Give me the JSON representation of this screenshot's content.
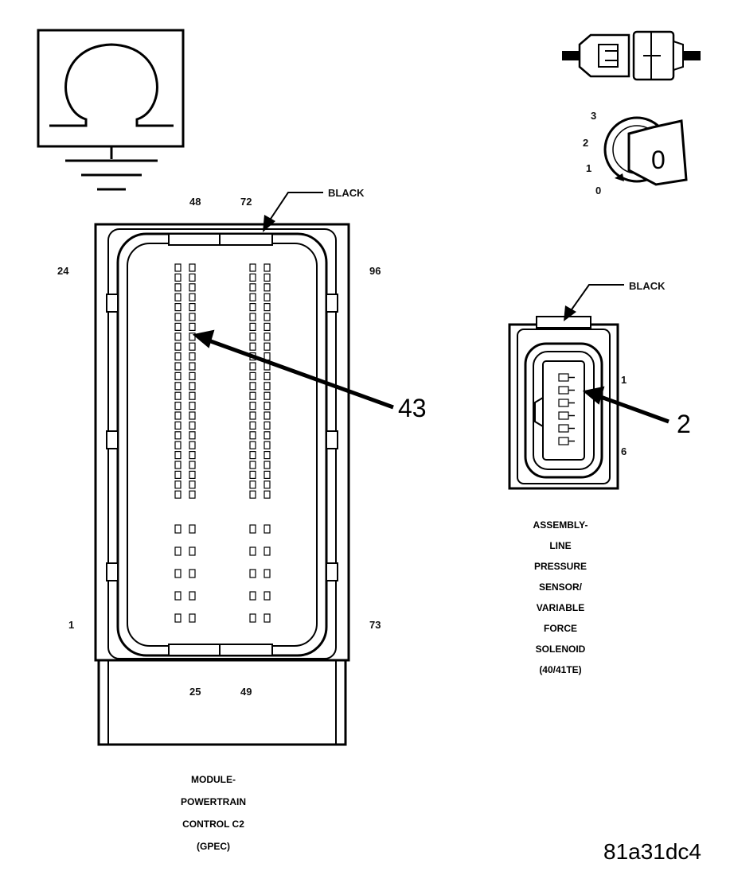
{
  "pcm_connector": {
    "pin_labels": {
      "top_left": "48",
      "top_right": "72",
      "left_top": "24",
      "right_top": "96",
      "left_bottom": "1",
      "right_bottom": "73",
      "bottom_left": "25",
      "bottom_right": "49"
    },
    "color_label": "BLACK",
    "callout_number": "43",
    "caption": [
      "MODULE-",
      "POWERTRAIN",
      "CONTROL C2",
      "(GPEC)"
    ]
  },
  "sensor_connector": {
    "pin_labels": {
      "top": "1",
      "bottom": "6"
    },
    "color_label": "BLACK",
    "callout_number": "2",
    "caption": [
      "ASSEMBLY-",
      "LINE",
      "PRESSURE",
      "SENSOR/",
      "VARIABLE",
      "FORCE",
      "SOLENOID",
      "(40/41TE)"
    ]
  },
  "ignition_switch": {
    "positions": [
      "3",
      "2",
      "1",
      "0"
    ],
    "key_label": "0"
  },
  "icons": [
    "ohmmeter-icon",
    "ground-icon",
    "connector-disconnected-icon",
    "ignition-key-icon"
  ],
  "figure_id": "81a31dc4"
}
